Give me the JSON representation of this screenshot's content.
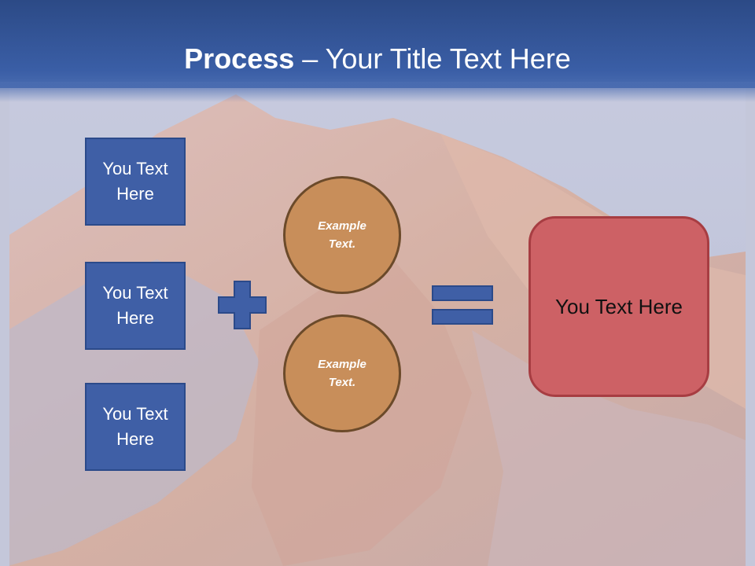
{
  "header": {
    "title_bold": "Process",
    "title_rest": " – Your Title Text Here"
  },
  "inputs": [
    {
      "label": "You Text Here"
    },
    {
      "label": "You Text Here"
    },
    {
      "label": "You Text Here"
    }
  ],
  "operators": {
    "plus_icon": "plus-icon",
    "equals_icon": "equals-icon"
  },
  "circles": [
    {
      "label": "Example Text."
    },
    {
      "label": "Example Text."
    }
  ],
  "result": {
    "label": "You Text Here"
  },
  "colors": {
    "header": "#3a5ea6",
    "box": "#3f5fa6",
    "circle": "#c88e5a",
    "result": "#cd6165"
  }
}
